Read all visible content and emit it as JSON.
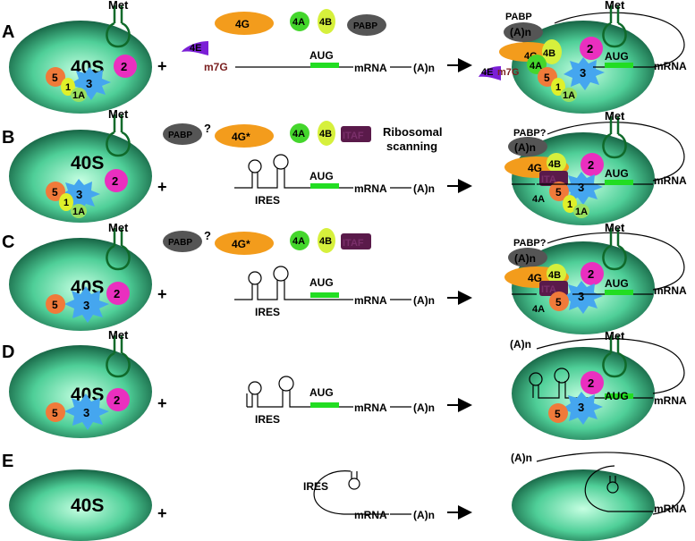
{
  "panels": [
    {
      "letter": "A",
      "met": "Met",
      "s40": "40S",
      "f2": "2",
      "f3": "3",
      "f5": "5",
      "f1": "1",
      "f1a": "1A",
      "plus": "+",
      "g4": "4G",
      "a4": "4A",
      "b4": "4B",
      "pabp": "PABP",
      "e4": "4E",
      "cap": "m7G",
      "aug": "AUG",
      "mrna": "mRNA",
      "polya": "(A)n",
      "r_pabp": "PABP",
      "r_an": "(A)n",
      "r_4g": "4G",
      "r_4b": "4B",
      "r_4a": "4A",
      "r_4e": "4E",
      "r_cap": "m7G",
      "r_aug": "AUG",
      "r_mrna": "mRNA",
      "r_met": "Met",
      "r_2": "2",
      "r_3": "3",
      "r_5": "5",
      "r_1": "1",
      "r_1a": "1A"
    },
    {
      "letter": "B",
      "met": "Met",
      "s40": "40S",
      "f2": "2",
      "f3": "3",
      "f5": "5",
      "f1": "1",
      "f1a": "1A",
      "plus": "+",
      "pabp": "PABP",
      "q": "?",
      "g4": "4G*",
      "a4": "4A",
      "b4": "4B",
      "itaf": "ITAF",
      "scan": "Ribosomal\nscanning",
      "ires": "IRES",
      "aug": "AUG",
      "mrna": "mRNA",
      "polya": "(A)n",
      "r_pabp": "PABP?",
      "r_an": "(A)n",
      "r_4g": "4G",
      "r_4b": "4B",
      "r_itaf": "ITA",
      "r_4a": "4A",
      "r_aug": "AUG",
      "r_mrna": "mRNA",
      "r_met": "Met",
      "r_2": "2",
      "r_3": "3",
      "r_5": "5",
      "r_1": "1",
      "r_1a": "1A"
    },
    {
      "letter": "C",
      "met": "Met",
      "s40": "40S",
      "f2": "2",
      "f3": "3",
      "f5": "5",
      "plus": "+",
      "pabp": "PABP",
      "q": "?",
      "g4": "4G*",
      "a4": "4A",
      "b4": "4B",
      "itaf": "ITAF",
      "ires": "IRES",
      "aug": "AUG",
      "mrna": "mRNA",
      "polya": "(A)n",
      "r_pabp": "PABP?",
      "r_an": "(A)n",
      "r_4g": "4G",
      "r_4b": "4B",
      "r_itaf": "ITA",
      "r_4a": "4A",
      "r_aug": "AUG",
      "r_mrna": "mRNA",
      "r_met": "Met",
      "r_2": "2",
      "r_3": "3",
      "r_5": "5"
    },
    {
      "letter": "D",
      "met": "Met",
      "s40": "40S",
      "f2": "2",
      "f3": "3",
      "f5": "5",
      "plus": "+",
      "ires": "IRES",
      "aug": "AUG",
      "mrna": "mRNA",
      "polya": "(A)n",
      "r_an": "(A)n",
      "r_aug": "AUG",
      "r_mrna": "mRNA",
      "r_met": "Met",
      "r_2": "2",
      "r_3": "3",
      "r_5": "5"
    },
    {
      "letter": "E",
      "s40": "40S",
      "plus": "+",
      "ires": "IRES",
      "mrna": "mRNA",
      "polya": "(A)n",
      "r_an": "(A)n",
      "r_mrna": "mRNA"
    }
  ],
  "colors": {
    "ribosome_dark": "#0c5a3c",
    "ribosome_light": "#b9f7d6",
    "eif4g": "#f39c1c",
    "eif4a": "#44d62c",
    "eif4b": "#d6f03c",
    "pabp": "#555555",
    "eif4e": "#7b1fd6",
    "eif2": "#ea2fbf",
    "eif3": "#45a6ef",
    "eif5": "#f07a3a",
    "eif1": "#dff02a",
    "eif1a": "#9ae060",
    "itaf": "#5a1a4a",
    "aug": "#22dd22",
    "cap": "#7a1f1f",
    "met": "#0f6a2a"
  }
}
